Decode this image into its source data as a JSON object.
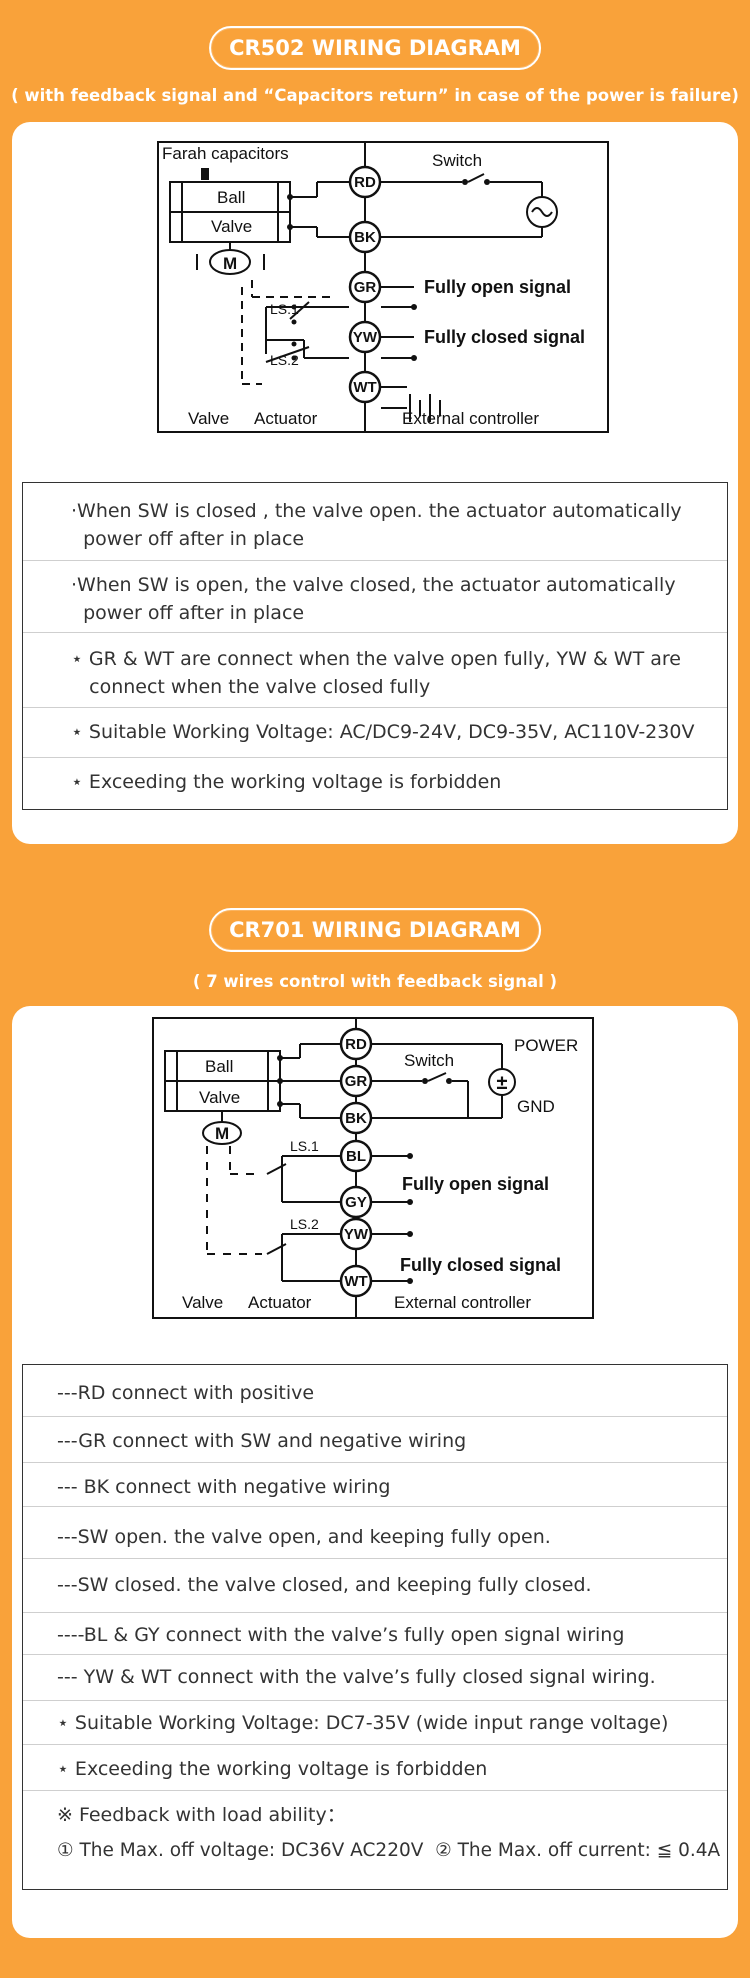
{
  "section1": {
    "title": "CR502 WIRING DIAGRAM",
    "subtitle": "( with feedback signal and “Capacitors return” in case of the power is failure)",
    "diagram": {
      "farah_label": "Farah capacitors",
      "ball": "Ball",
      "valve": "Valve",
      "motor": "M",
      "ls1": "LS.1",
      "ls2": "LS.2",
      "switch": "Switch",
      "terminals": [
        "RD",
        "BK",
        "GR",
        "YW",
        "WT"
      ],
      "open_signal": "Fully open signal",
      "closed_signal": "Fully closed signal",
      "valve_label": "Valve",
      "actuator_label": "Actuator",
      "external_label": "External controller"
    },
    "notes": [
      "·When SW is closed , the valve open. the actuator automatically\n  power off after in place",
      "·When SW is open, the valve closed, the actuator automatically\n  power off after in place",
      "⋆ GR & WT are connect when the valve open fully, YW & WT are\n   connect when the valve closed fully",
      "⋆ Suitable Working Voltage: AC/DC9-24V, DC9-35V, AC110V-230V",
      "⋆ Exceeding the working voltage is forbidden"
    ]
  },
  "section2": {
    "title": "CR701 WIRING DIAGRAM",
    "subtitle": "( 7 wires control with feedback signal )",
    "diagram": {
      "ball": "Ball",
      "valve": "Valve",
      "motor": "M",
      "ls1": "LS.1",
      "ls2": "LS.2",
      "switch": "Switch",
      "power": "POWER",
      "gnd": "GND",
      "pm": "±",
      "terminals": [
        "RD",
        "GR",
        "BK",
        "BL",
        "GY",
        "YW",
        "WT"
      ],
      "open_signal": "Fully open signal",
      "closed_signal": "Fully closed signal",
      "valve_label": "Valve",
      "actuator_label": "Actuator",
      "external_label": "External controller"
    },
    "notes": [
      "---RD connect with positive",
      "---GR connect with SW and negative wiring",
      "--- BK connect with negative wiring",
      "---SW open. the valve open, and keeping fully open.",
      "---SW closed. the valve closed, and keeping fully closed.",
      "----BL & GY connect with the valve’s fully open signal wiring",
      "--- YW & WT connect with the valve’s fully closed signal wiring.",
      "⋆ Suitable Working Voltage: DC7-35V (wide input range voltage)",
      "⋆ Exceeding the working voltage is forbidden",
      "※ Feedback with load ability：",
      "① The Max. off voltage: DC36V AC220V  ② The Max. off current: ≦ 0.4A"
    ]
  }
}
